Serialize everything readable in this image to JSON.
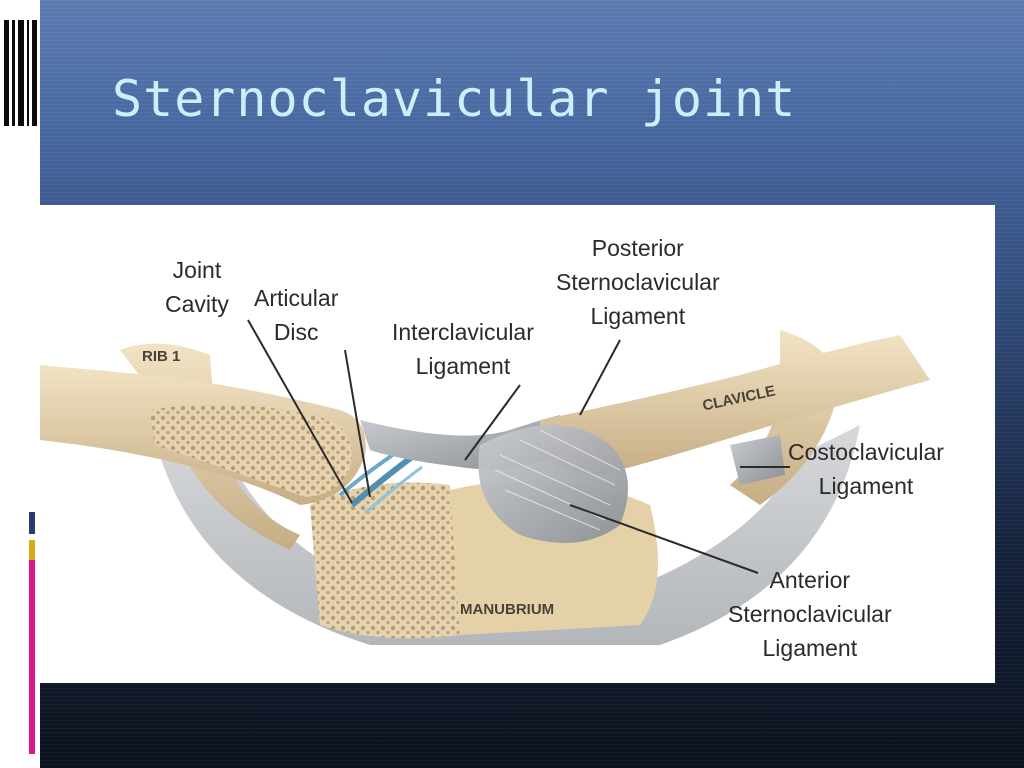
{
  "slide": {
    "title": "Sternoclavicular joint"
  },
  "diagram": {
    "labels": {
      "joint_cavity": "Joint\nCavity",
      "articular_disc": "Articular\nDisc",
      "interclavicular_ligament": "Interclavicular\nLigament",
      "posterior_sc_ligament": "Posterior\nSternoclavicular\nLigament",
      "costoclavicular_ligament": "Costoclavicular\nLigament",
      "anterior_sc_ligament": "Anterior\nSternoclavicular\nLigament"
    },
    "bone_labels": {
      "rib1": "RIB 1",
      "clavicle": "CLAVICLE",
      "manubrium": "MANUBRIUM"
    }
  },
  "colors": {
    "bone": "#e6d3ad",
    "marrow": "#c9ad7e",
    "ligament": "#a9adb2",
    "cartilage": "#d9dde0",
    "disc": "#6aa9c8"
  }
}
